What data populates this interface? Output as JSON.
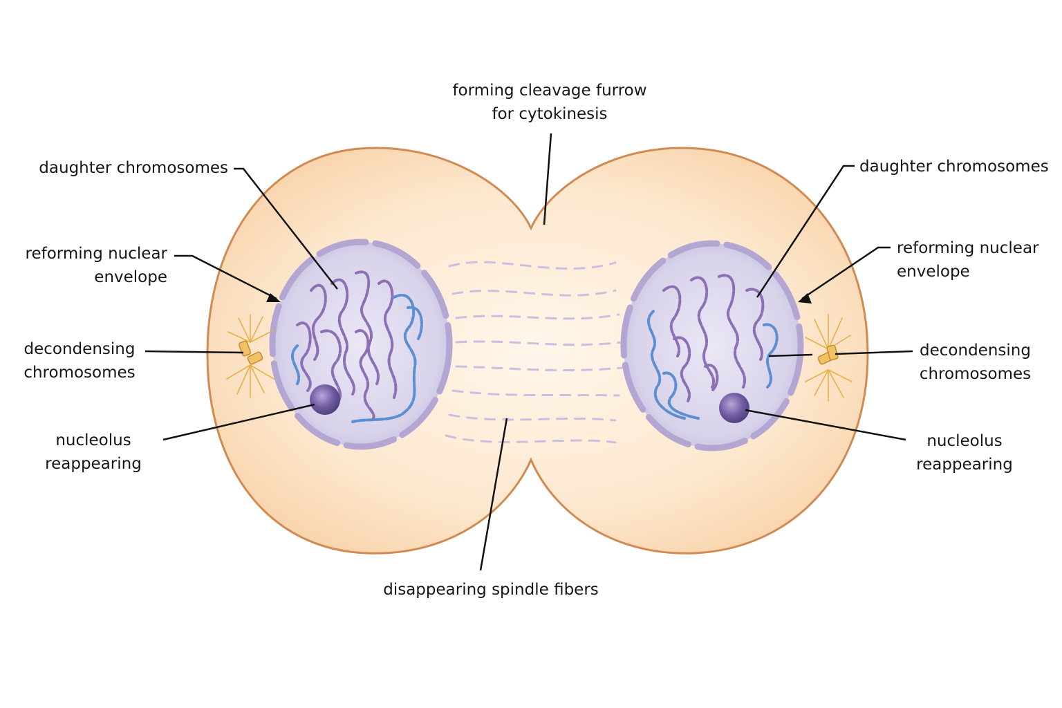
{
  "labels": {
    "cleavage_furrow": [
      "forming cleavage furrow",
      "for cytokinesis"
    ],
    "left_daughter_chromosomes": "daughter chromosomes",
    "right_daughter_chromosomes": "daughter chromosomes",
    "left_nuclear_envelope": [
      "reforming nuclear",
      "envelope"
    ],
    "right_nuclear_envelope": [
      "reforming nuclear",
      "envelope"
    ],
    "left_decondensing": [
      "decondensing",
      "chromosomes"
    ],
    "right_decondensing": [
      "decondensing",
      "chromosomes"
    ],
    "left_nucleolus": [
      "nucleolus",
      "reappearing"
    ],
    "right_nucleolus": [
      "nucleolus",
      "reappearing"
    ],
    "spindle_fibers": "disappearing spindle fibers"
  },
  "colors": {
    "membrane": "#d9935a",
    "cytoplasm": "#fbe0c2",
    "nucleus": "#d9d3ea",
    "envelope": "#b6a8d3",
    "chromosome_purple": "#8c6fb4",
    "chromosome_blue": "#5c8fd2",
    "nucleolus": "#6e5a9c",
    "centrosome": "#e3a93c",
    "leader_line": "#111111"
  }
}
